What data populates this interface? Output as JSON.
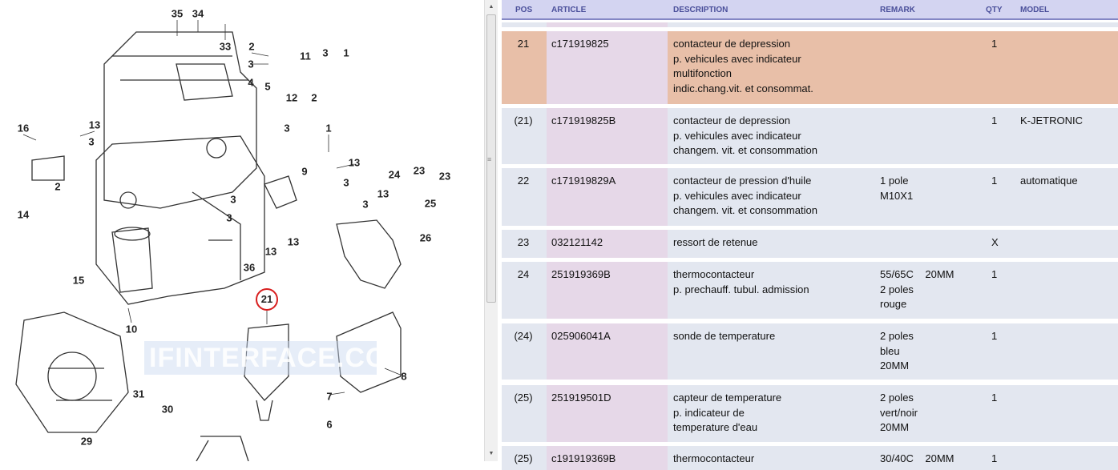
{
  "diagram": {
    "watermark": "IFINTERFACE.COM",
    "highlighted_callout": "21",
    "callouts": [
      "35",
      "34",
      "33",
      "2",
      "3",
      "4",
      "11",
      "3",
      "1",
      "5",
      "12",
      "2",
      "1",
      "3",
      "9",
      "16",
      "13",
      "3",
      "2",
      "14",
      "15",
      "13",
      "3",
      "24",
      "23",
      "23",
      "13",
      "3",
      "25",
      "26",
      "13",
      "36",
      "13",
      "3",
      "3",
      "10",
      "8",
      "7",
      "6",
      "31",
      "30",
      "29"
    ]
  },
  "table": {
    "headers": {
      "pos": "POS",
      "article": "ARTICLE",
      "description": "DESCRIPTION",
      "remark": "REMARK",
      "qty": "QTY",
      "model": "MODEL"
    },
    "rows": [
      {
        "pos": "21",
        "article": "c171919825",
        "description": [
          "contacteur de depression",
          "p. vehicules avec indicateur",
          "multifonction",
          "indic.chang.vit. et consommat."
        ],
        "remark": [],
        "qty": "1",
        "model": "",
        "selected": true
      },
      {
        "pos": "(21)",
        "article": "c171919825B",
        "description": [
          "contacteur de depression",
          "p. vehicules avec indicateur",
          "changem. vit. et consommation"
        ],
        "remark": [],
        "qty": "1",
        "model": "K-JETRONIC"
      },
      {
        "pos": "22",
        "article": "c171919829A",
        "description": [
          "contacteur de pression d'huile",
          "p. vehicules avec indicateur",
          "changem. vit. et consommation"
        ],
        "remark": [
          "1 pole",
          "M10X1"
        ],
        "qty": "1",
        "model": "automatique"
      },
      {
        "pos": "23",
        "article": "032121142",
        "description": [
          "ressort de retenue"
        ],
        "remark": [],
        "qty": "X",
        "model": ""
      },
      {
        "pos": "24",
        "article": "251919369B",
        "description": [
          "thermocontacteur",
          "p. prechauff. tubul. admission"
        ],
        "remark": [
          "55/65C    20MM",
          "2 poles",
          "rouge"
        ],
        "qty": "1",
        "model": ""
      },
      {
        "pos": "(24)",
        "article": "025906041A",
        "description": [
          "sonde de temperature"
        ],
        "remark": [
          "2 poles",
          "bleu",
          "20MM"
        ],
        "qty": "1",
        "model": ""
      },
      {
        "pos": "(25)",
        "article": "251919501D",
        "description": [
          "capteur de temperature",
          "p. indicateur de",
          "temperature d'eau"
        ],
        "remark": [
          "2 poles",
          "vert/noir",
          "20MM"
        ],
        "qty": "1",
        "model": ""
      },
      {
        "pos": "(25)",
        "article": "c191919369B",
        "description": [
          "thermocontacteur"
        ],
        "remark": [
          "30/40C    20MM"
        ],
        "qty": "1",
        "model": ""
      }
    ]
  },
  "colors": {
    "header_bg": "#d3d4f1",
    "row_bg": "#e3e7f0",
    "selected_bg": "#e8bfa8",
    "article_col": "#e6d8e8",
    "highlight": "#d81e1e"
  }
}
